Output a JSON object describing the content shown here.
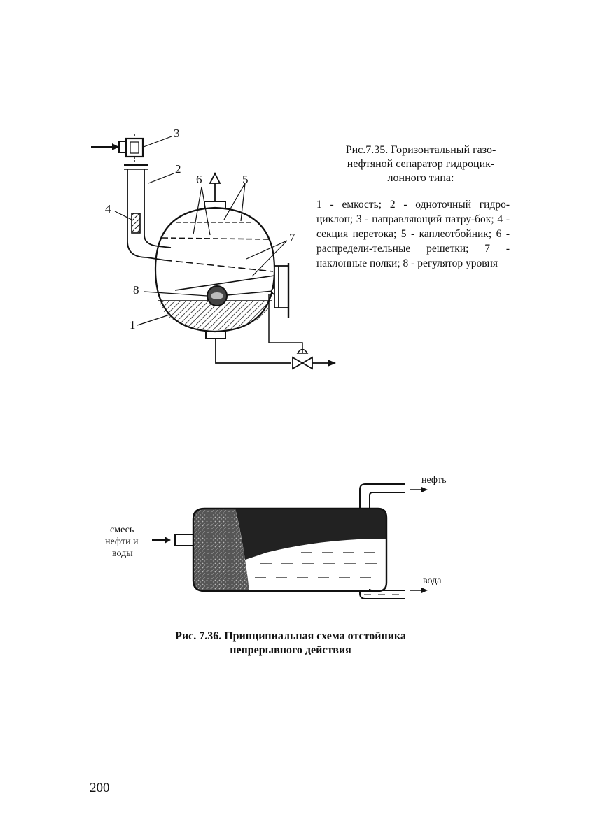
{
  "figure1": {
    "caption_lines": [
      "Рис.7.35. Горизонтальный газо-",
      "нефтяной сепаратор гидроцик-",
      "лонного типа:"
    ],
    "legend": "1 - емкость; 2 - одноточный гидро-циклон; 3 - направляющий патру-бок; 4 - секция перетока; 5 - каплеотбойник; 6 - распредели-тельные решетки; 7 - наклонные полки; 8 - регулятор уровня",
    "labels": {
      "l1": "1",
      "l2": "2",
      "l3": "3",
      "l4": "4",
      "l5": "5",
      "l6": "6",
      "l7": "7",
      "l8": "8"
    }
  },
  "figure2": {
    "caption_lines": [
      "Рис. 7.36. Принципиальная схема отстойника",
      "непрерывного действия"
    ],
    "inlet_label_lines": [
      "смесь",
      "нефти и",
      "воды"
    ],
    "oil_label": "нефть",
    "water_label": "вода"
  },
  "page_number": "200"
}
